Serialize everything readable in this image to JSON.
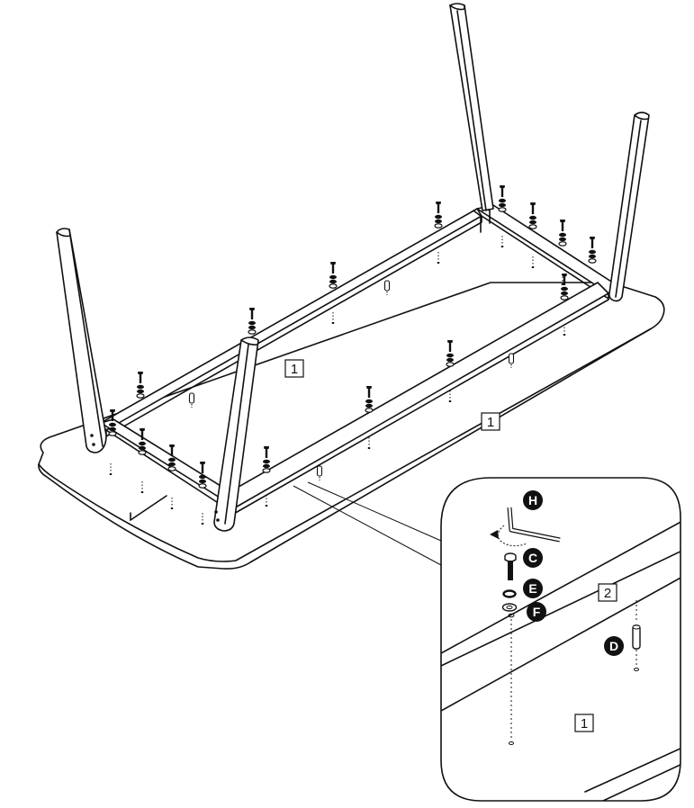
{
  "labels": {
    "tabletop": "1",
    "tabletop_inset": "1",
    "frame": "1",
    "rail_inset": "2"
  },
  "parts": {
    "allen_key": "H",
    "bolt": "C",
    "spring_washer": "E",
    "flat_washer": "F",
    "dowel": "D"
  }
}
